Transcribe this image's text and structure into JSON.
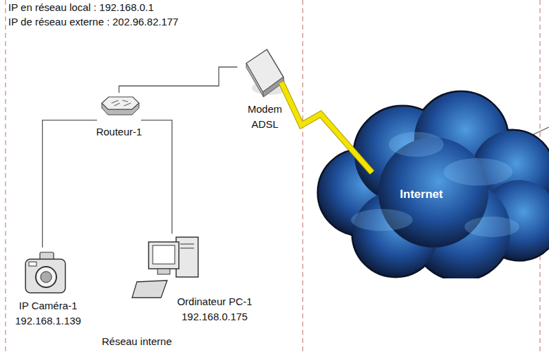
{
  "diagram": {
    "nodes": [
      {
        "text": [
          "Modem ADSL"
        ]
      },
      {
        "text": [
          "Routeur-1"
        ]
      },
      {
        "text": [
          "Internet"
        ]
      },
      {
        "text": [
          "IP Caméra-1",
          "192.168.1.139"
        ]
      },
      {
        "text": [
          "Ordinateur PC-1",
          "192.168.0.175"
        ]
      }
    ],
    "edges": [
      {
        "from": 1,
        "to": 0,
        "arrow": "none"
      },
      {
        "from": 1,
        "to": 3,
        "arrow": "none"
      },
      {
        "from": 1,
        "to": 4,
        "arrow": "none"
      },
      {
        "from": 0,
        "to": 2,
        "arrow": "none"
      }
    ],
    "labels": [
      "IP en réseau local : 192.168.0.1",
      "IP de réseau externe : 202.96.82.177",
      "Réseau interne"
    ]
  }
}
